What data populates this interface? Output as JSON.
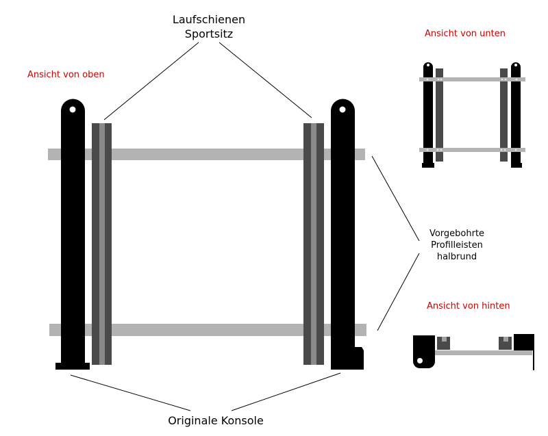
{
  "labels": {
    "rails_line1": "Laufschienen",
    "rails_line2": "Sportsitz",
    "view_top": "Ansicht von oben",
    "view_bottom": "Ansicht von unten",
    "view_back": "Ansicht von hinten",
    "profile_line1": "Vorgebohrte",
    "profile_line2": "Profilleisten",
    "profile_line3": "halbrund",
    "console": "Originale Konsole"
  },
  "colors": {
    "post": "#000000",
    "rail": "#4a4a4a",
    "rail_stripe": "#8a8a8a",
    "bar": "#b3b3b3",
    "label_red": "#cc0000"
  }
}
